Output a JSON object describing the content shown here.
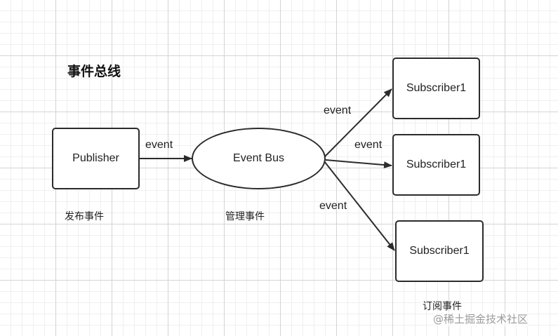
{
  "diagram": {
    "title": "事件总线",
    "publisher": {
      "label": "Publisher",
      "caption": "发布事件"
    },
    "bus": {
      "label": "Event Bus",
      "caption": "管理事件"
    },
    "subscribers": [
      {
        "label": "Subscriber1"
      },
      {
        "label": "Subscriber1"
      },
      {
        "label": "Subscriber1"
      }
    ],
    "subscriber_caption": "订阅事件",
    "edges": [
      {
        "from": "Publisher",
        "to": "Event Bus",
        "label": "event"
      },
      {
        "from": "Event Bus",
        "to": "Subscriber1 (top)",
        "label": "event"
      },
      {
        "from": "Event Bus",
        "to": "Subscriber1 (middle)",
        "label": "event"
      },
      {
        "from": "Event Bus",
        "to": "Subscriber1 (bottom)",
        "label": "event"
      }
    ]
  },
  "watermark": "@稀土掘金技术社区",
  "colors": {
    "stroke": "#2b2b2b",
    "grid": "#d4d4d4",
    "background": "#ffffff"
  }
}
